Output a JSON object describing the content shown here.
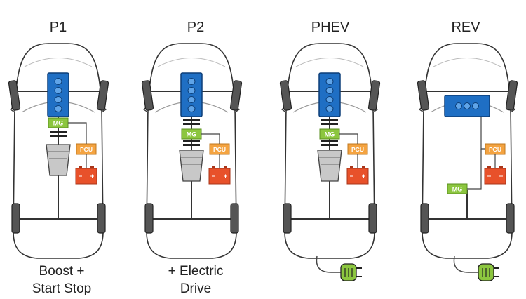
{
  "diagrams": [
    {
      "title": "P1",
      "caption_lines": [
        "Boost +",
        "Start Stop"
      ]
    },
    {
      "title": "P2",
      "caption_lines": [
        "+ Electric",
        "Drive"
      ]
    },
    {
      "title": "PHEV",
      "caption_lines": []
    },
    {
      "title": "REV",
      "caption_lines": []
    }
  ],
  "components": {
    "mg": "MG",
    "pcu": "PCU"
  },
  "colors": {
    "engine": "#1f6fc4",
    "engine_dark": "#0d3f78",
    "mg": "#8cc63f",
    "pcu": "#f4a340",
    "battery": "#e8512a",
    "plug": "#8cc63f",
    "car_outline": "#333333",
    "wheel": "#555555"
  }
}
